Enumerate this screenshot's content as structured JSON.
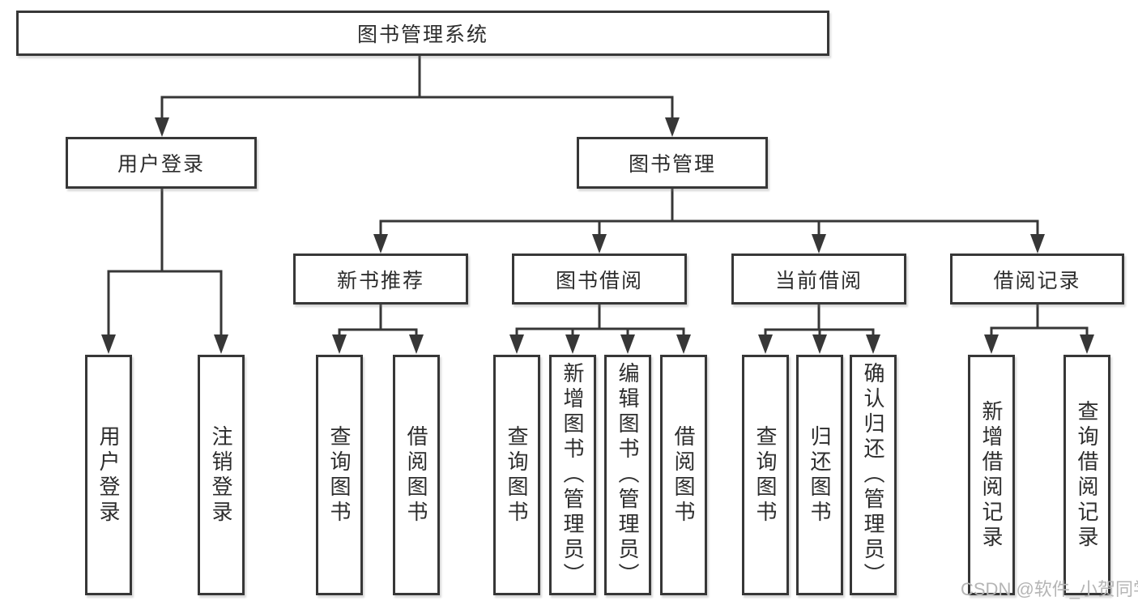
{
  "diagram": {
    "root": {
      "label": "图书管理系统"
    },
    "branches": [
      {
        "label": "用户登录",
        "children": [
          {
            "label": "用户登录"
          },
          {
            "label": "注销登录"
          }
        ]
      },
      {
        "label": "图书管理",
        "children": [
          {
            "label": "新书推荐",
            "children": [
              {
                "label": "查询图书"
              },
              {
                "label": "借阅图书"
              }
            ]
          },
          {
            "label": "图书借阅",
            "children": [
              {
                "label": "查询图书"
              },
              {
                "label": "新增图书（管理员）"
              },
              {
                "label": "编辑图书（管理员）"
              },
              {
                "label": "借阅图书"
              }
            ]
          },
          {
            "label": "当前借阅",
            "children": [
              {
                "label": "查询图书"
              },
              {
                "label": "归还图书"
              },
              {
                "label": "确认归还（管理员）"
              }
            ]
          },
          {
            "label": "借阅记录",
            "children": [
              {
                "label": "新增借阅记录"
              },
              {
                "label": "查询借阅记录"
              }
            ]
          }
        ]
      }
    ]
  },
  "watermark": {
    "text": "CSDN @软件_小贺同学"
  },
  "colors": {
    "line": "#373737",
    "text": "#2d2d2d",
    "box_background": "#ffffff",
    "page_background": "#ffffff",
    "watermark": "#b5b5b5"
  }
}
